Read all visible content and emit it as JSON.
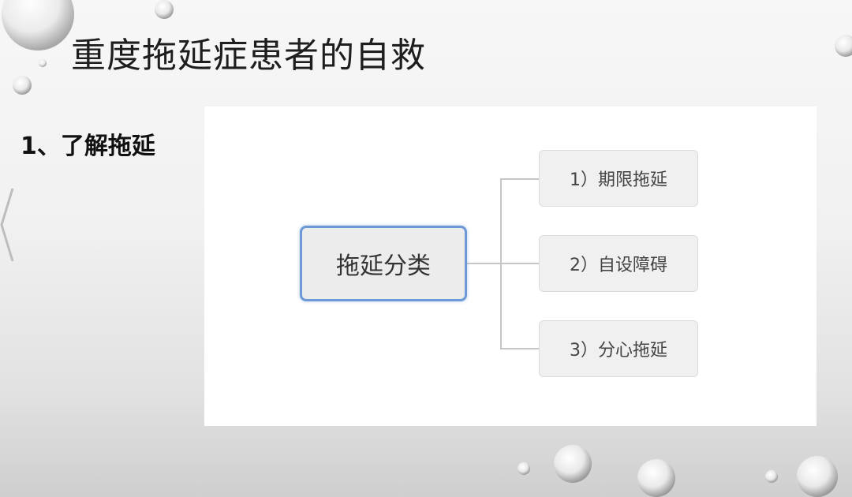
{
  "slide": {
    "title": "重度拖延症患者的自救",
    "subheading": "1、了解拖延"
  },
  "diagram": {
    "root": "拖延分类",
    "children": [
      "1）期限拖延",
      "2）自设障碍",
      "3）分心拖延"
    ]
  },
  "icons": {
    "left_nav": "chevron-left-icon",
    "decoration": "water-drop-icon"
  },
  "colors": {
    "root_border": "#6d9ad6",
    "node_fill": "#f0f0f0",
    "connector": "#c6c6c6"
  }
}
